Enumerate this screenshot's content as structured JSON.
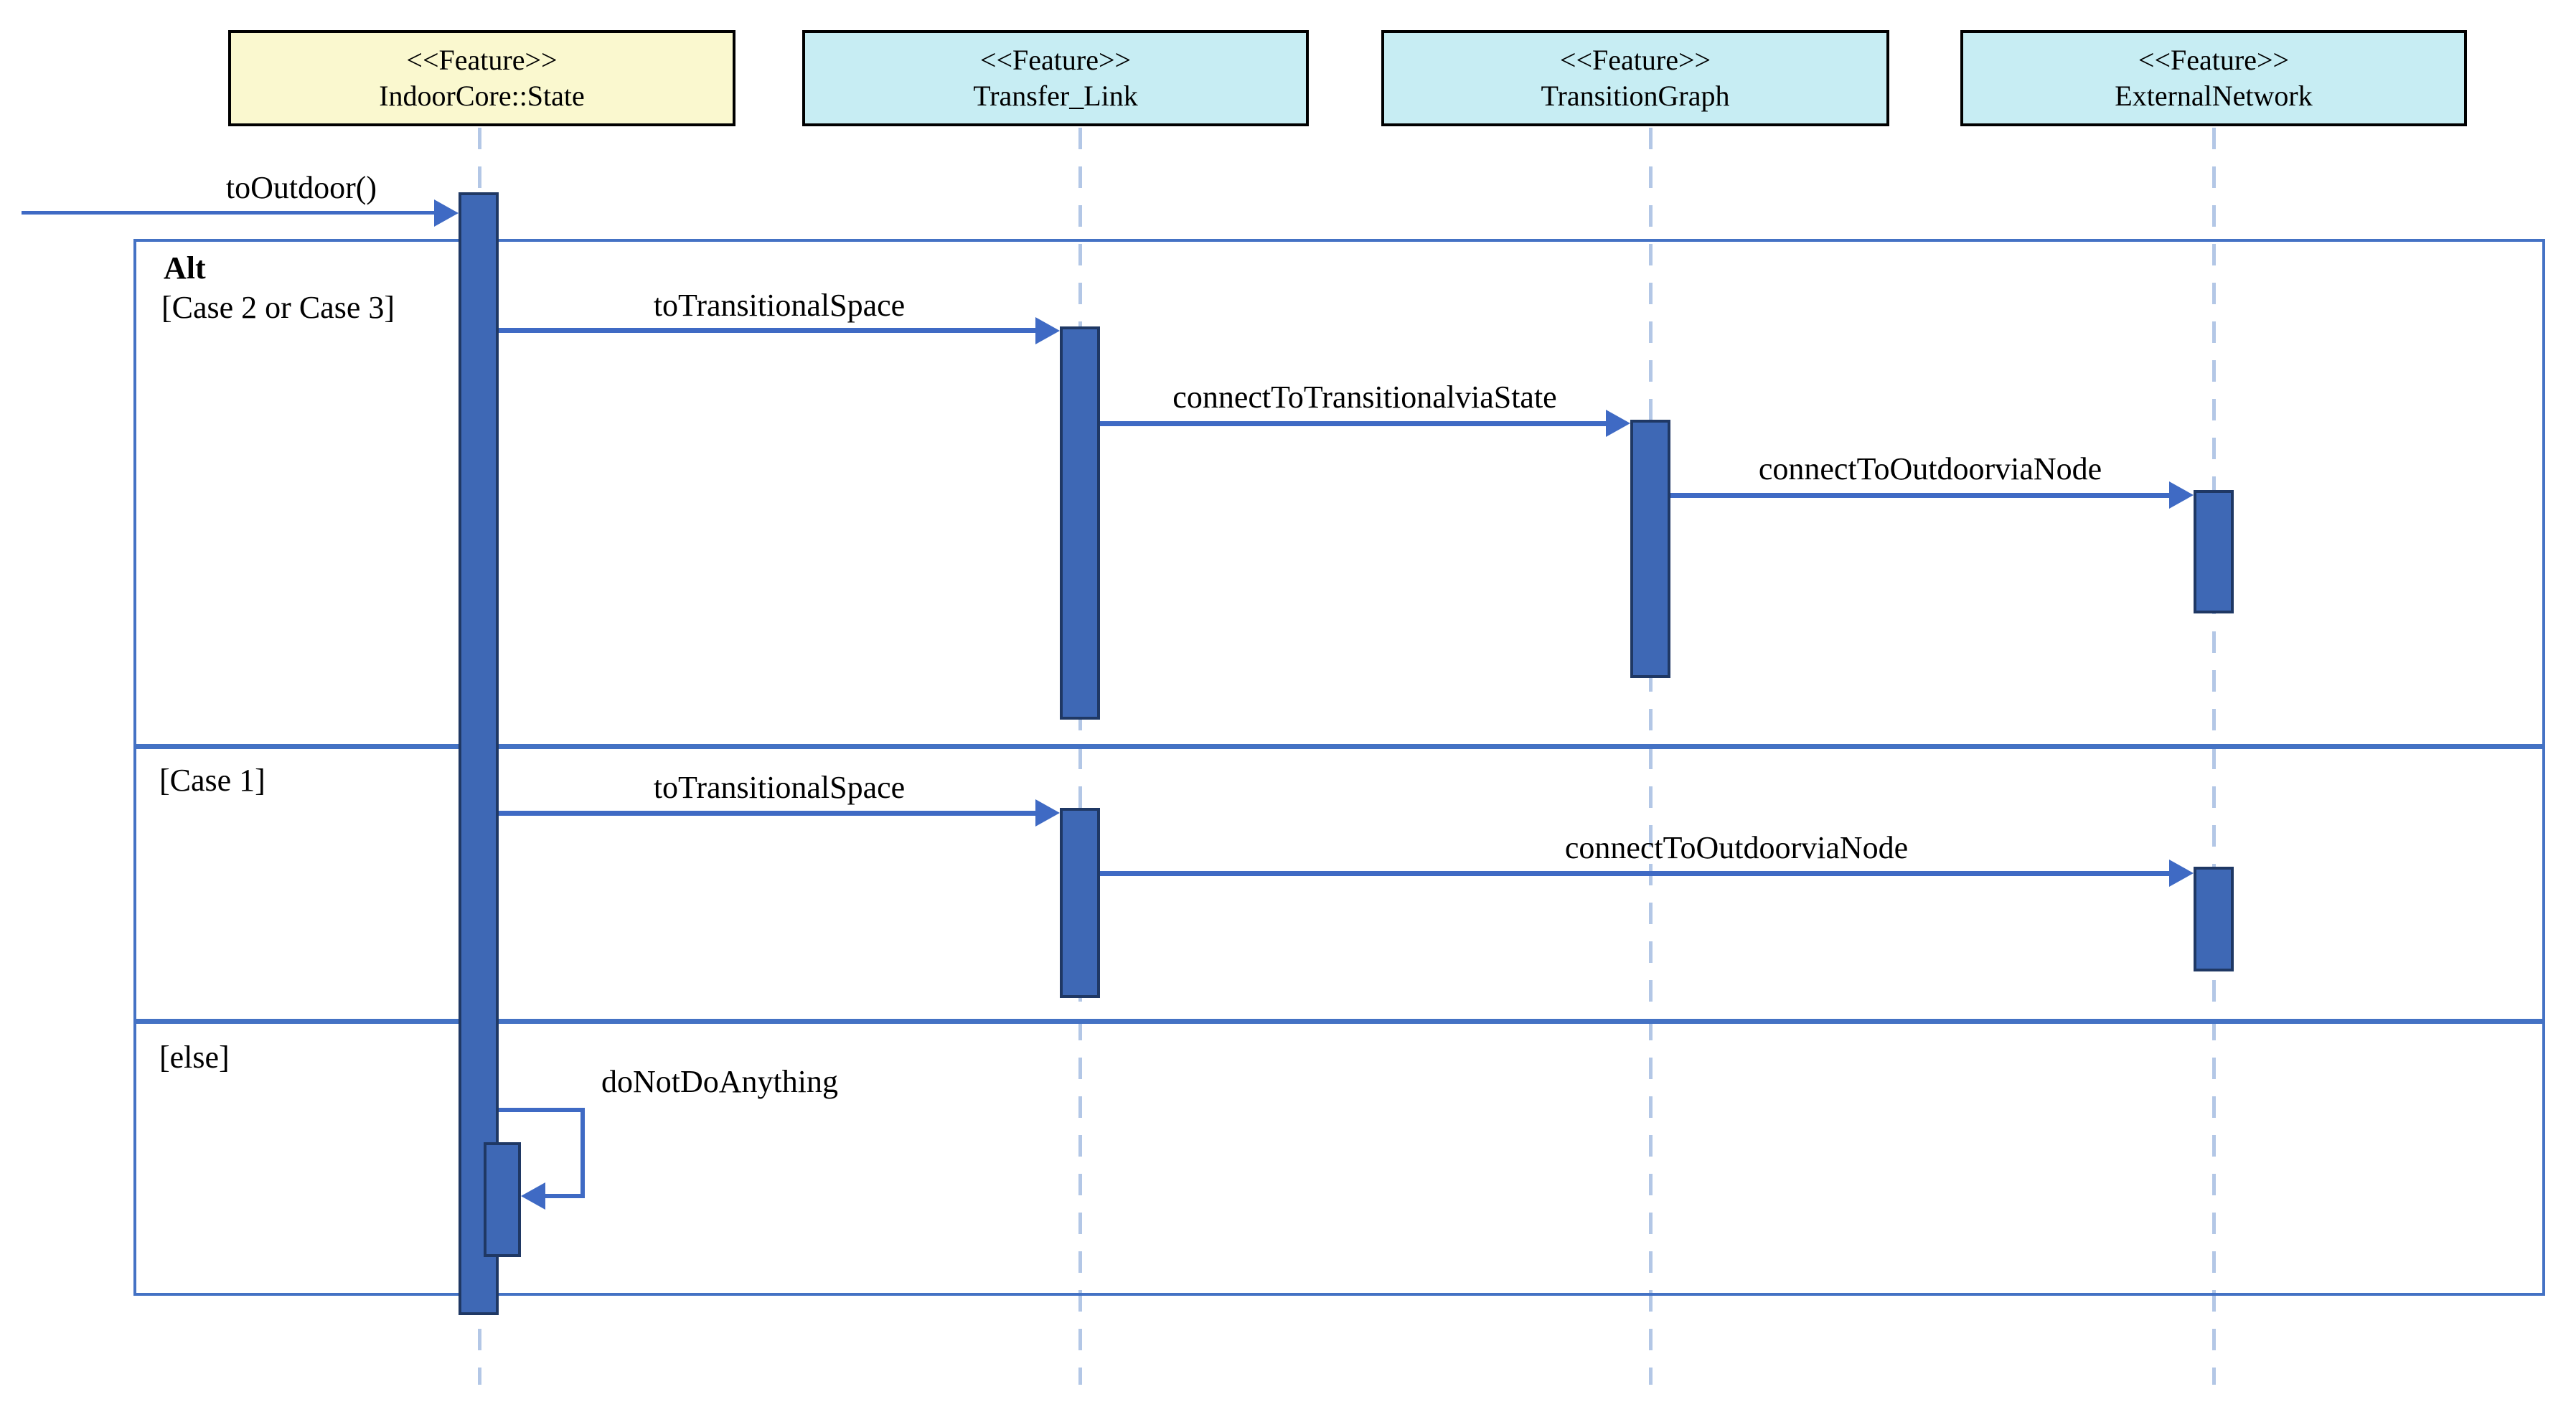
{
  "diagram_type": "uml-sequence-diagram",
  "colors": {
    "participant_yellow_fill": "#faf8cf",
    "participant_cyan_fill": "#c7edf3",
    "participant_border": "#000000",
    "lifeline_dash": "#b3c7e6",
    "message_blue": "#3f6ac4",
    "fragment_border": "#4472c4",
    "activation_fill": "#3e68b5",
    "activation_border": "#1f3864",
    "text": "#000000"
  },
  "participants": [
    {
      "stereotype": "<<Feature>>",
      "name": "IndoorCore::State"
    },
    {
      "stereotype": "<<Feature>>",
      "name": "Transfer_Link"
    },
    {
      "stereotype": "<<Feature>>",
      "name": "TransitionGraph"
    },
    {
      "stereotype": "<<Feature>>",
      "name": "ExternalNetwork"
    }
  ],
  "entry_message": {
    "label": "toOutdoor()",
    "from": "external",
    "to": "IndoorCore::State"
  },
  "fragment": {
    "operator": "Alt",
    "sections": [
      {
        "guard": "[Case 2 or Case 3]",
        "messages": [
          {
            "label": "toTransitionalSpace",
            "from": "IndoorCore::State",
            "to": "Transfer_Link"
          },
          {
            "label": "connectToTransitionalviaState",
            "from": "Transfer_Link",
            "to": "TransitionGraph"
          },
          {
            "label": "connectToOutdoorviaNode",
            "from": "TransitionGraph",
            "to": "ExternalNetwork"
          }
        ]
      },
      {
        "guard": "[Case 1]",
        "messages": [
          {
            "label": "toTransitionalSpace",
            "from": "IndoorCore::State",
            "to": "Transfer_Link"
          },
          {
            "label": "connectToOutdoorviaNode",
            "from": "Transfer_Link",
            "to": "ExternalNetwork"
          }
        ]
      },
      {
        "guard": "[else]",
        "messages": [
          {
            "label": "doNotDoAnything",
            "from": "IndoorCore::State",
            "to": "IndoorCore::State",
            "kind": "self"
          }
        ]
      }
    ]
  }
}
